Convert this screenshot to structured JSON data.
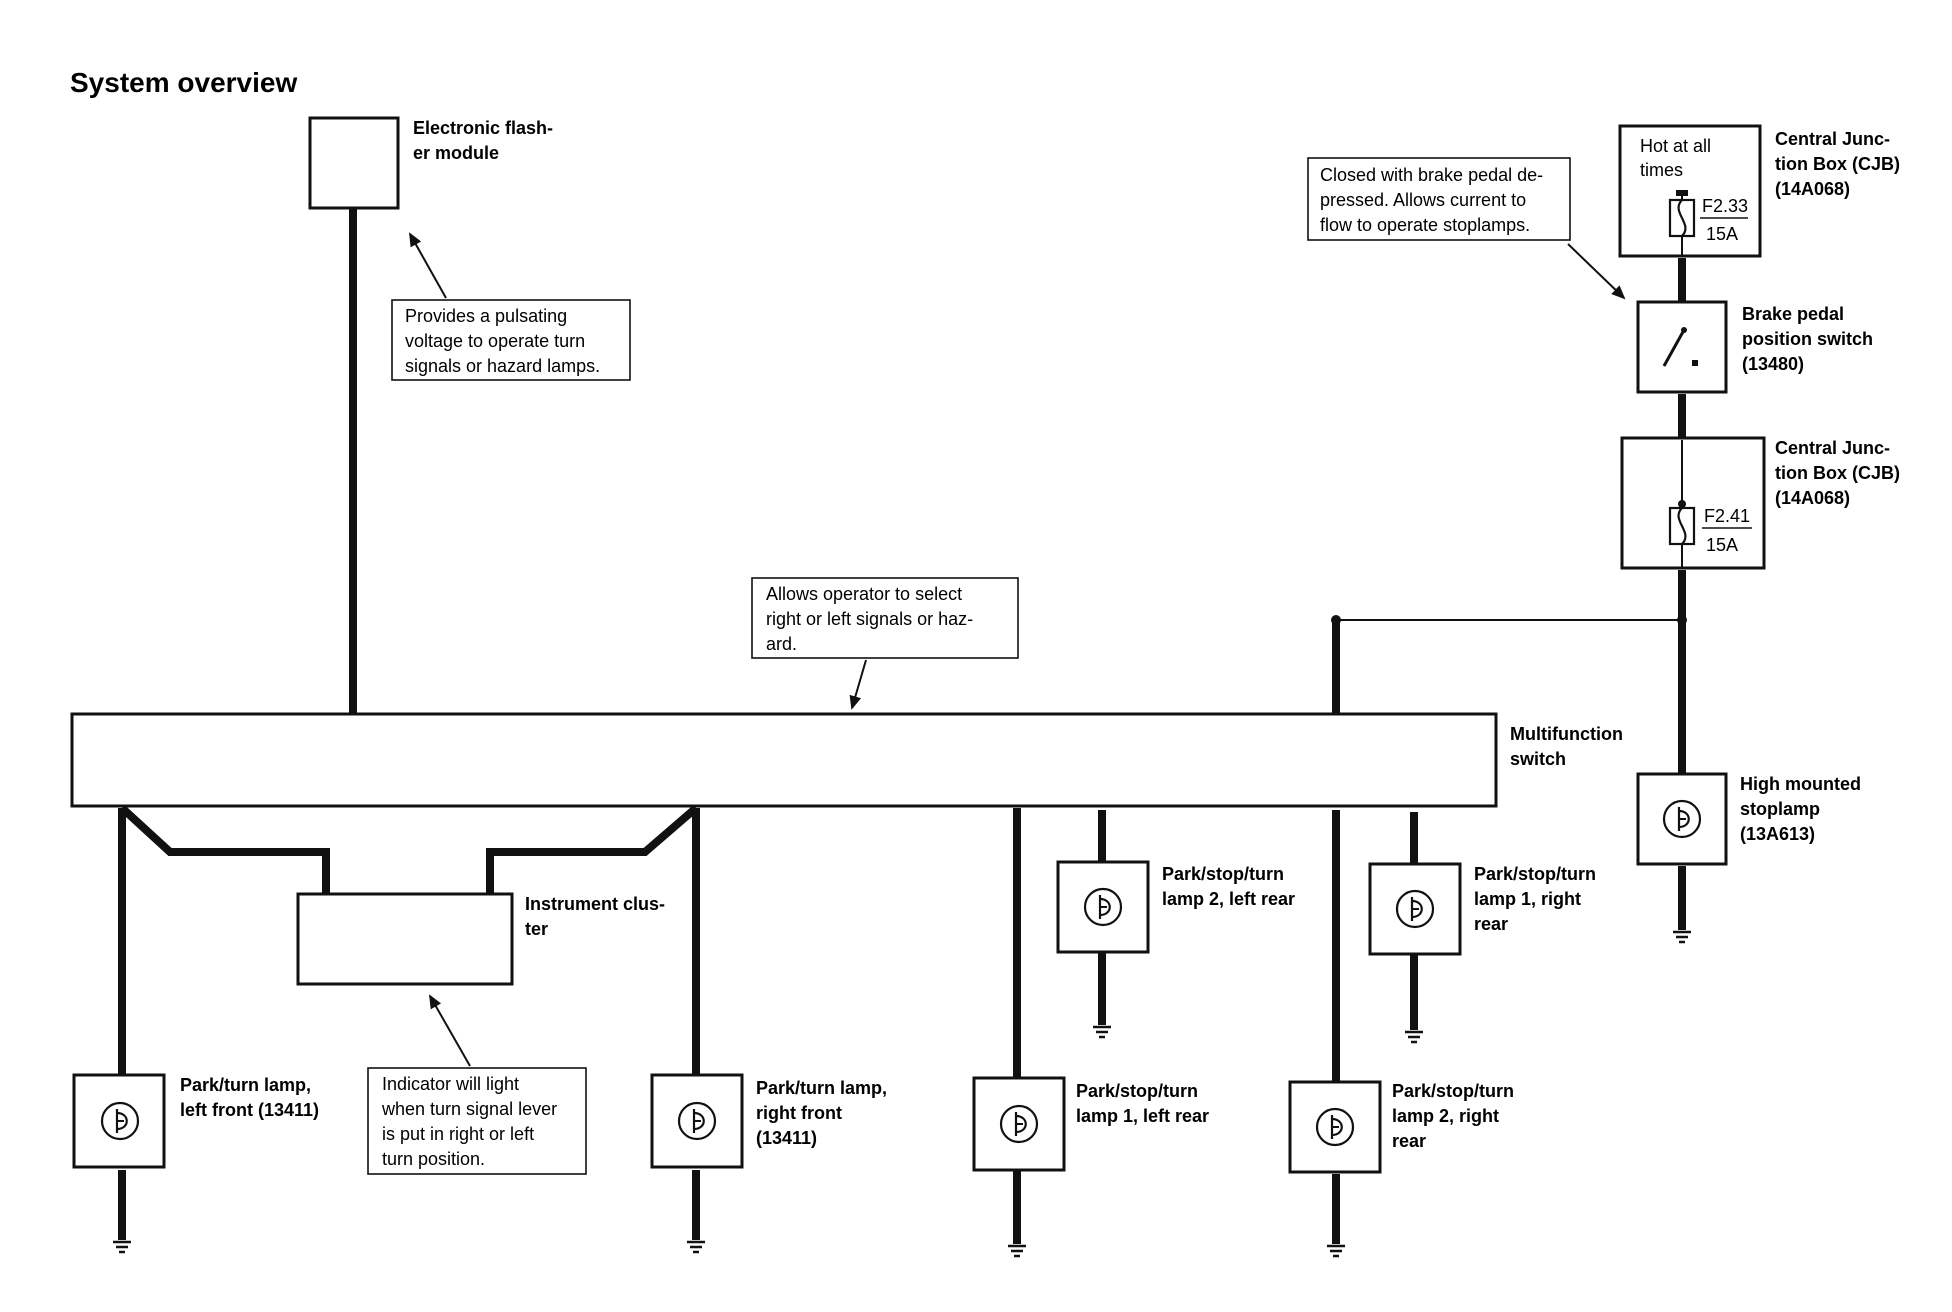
{
  "title": "System overview",
  "components": {
    "flasher": [
      "Electronic flash-",
      "er module"
    ],
    "cjb_top": [
      "Central Junc-",
      "tion Box (CJB)",
      "(14A068)"
    ],
    "hot_at_all_times": [
      "Hot at all",
      "times"
    ],
    "fuse_top": {
      "number": "F2.33",
      "rating": "15A"
    },
    "brake_switch": [
      "Brake pedal",
      "position switch",
      "(13480)"
    ],
    "cjb_mid": [
      "Central Junc-",
      "tion Box (CJB)",
      "(14A068)"
    ],
    "fuse_mid": {
      "number": "F2.41",
      "rating": "15A"
    },
    "multifunction_switch": [
      "Multifunction",
      "switch"
    ],
    "high_stoplamp": [
      "High mounted",
      "stoplamp",
      "(13A613)"
    ],
    "instrument_cluster": [
      "Instrument clus-",
      "ter"
    ],
    "lamp_left_front": [
      "Park/turn lamp,",
      "left front (13411)"
    ],
    "lamp_right_front": [
      "Park/turn lamp,",
      "right front",
      "(13411)"
    ],
    "lamp_lr1": [
      "Park/stop/turn",
      "lamp 1, left rear"
    ],
    "lamp_lr2": [
      "Park/stop/turn",
      "lamp 2, left rear"
    ],
    "lamp_rr1": [
      "Park/stop/turn",
      "lamp 1, right",
      "rear"
    ],
    "lamp_rr2": [
      "Park/stop/turn",
      "lamp 2, right",
      "rear"
    ]
  },
  "notes": {
    "flasher_note": [
      "Provides a pulsating",
      "voltage to operate turn",
      "signals or hazard lamps."
    ],
    "brake_note": [
      "Closed with brake pedal de-",
      "pressed. Allows current to",
      "flow to operate stoplamps."
    ],
    "switch_note": [
      "Allows operator to select",
      "right or left signals or haz-",
      "ard."
    ],
    "cluster_note": [
      "Indicator will light",
      "when turn signal lever",
      "is put in right or left",
      "turn position."
    ]
  }
}
